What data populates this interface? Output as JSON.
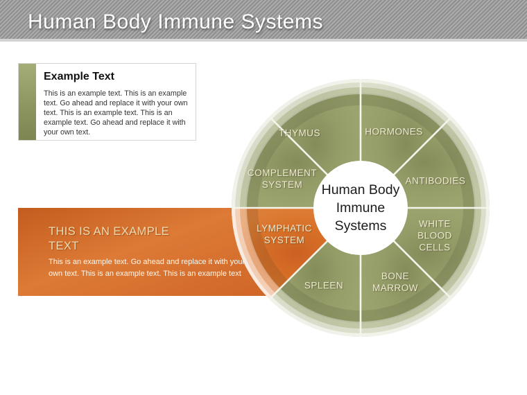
{
  "header": {
    "title": "Human Body Immune Systems"
  },
  "example_box": {
    "title": "Example Text",
    "body": "This is an example text. This is an example text. Go ahead and replace it with your own text. This is an example text. This is an example text. Go ahead and replace it with your own text."
  },
  "highlight_box": {
    "title": "THIS IS AN EXAMPLE TEXT",
    "body": "This is an example text. Go ahead and replace it with your own text. This is an example text. This is an example text"
  },
  "wheel": {
    "center_label": "Human Body\nImmune\nSystems",
    "segments": [
      {
        "label": "HORMONES",
        "highlighted": false
      },
      {
        "label": "ANTIBODIES",
        "highlighted": false
      },
      {
        "label": "WHITE\nBLOOD\nCELLS",
        "highlighted": false
      },
      {
        "label": "BONE\nMARROW",
        "highlighted": false
      },
      {
        "label": "SPLEEN",
        "highlighted": false
      },
      {
        "label": "LYMPHATIC\nSYSTEM",
        "highlighted": true
      },
      {
        "label": "COMPLEMENT\nSYSTEM",
        "highlighted": false
      },
      {
        "label": "THYMUS",
        "highlighted": false
      }
    ]
  },
  "colors": {
    "segment_olive": "#949c68",
    "segment_orange": "#d87028",
    "highlight_box_orange": "#d06a28",
    "banner_gray": "#9b9b9b",
    "label_cream": "#eee9d2",
    "example_bar_green": "#8d9561"
  }
}
